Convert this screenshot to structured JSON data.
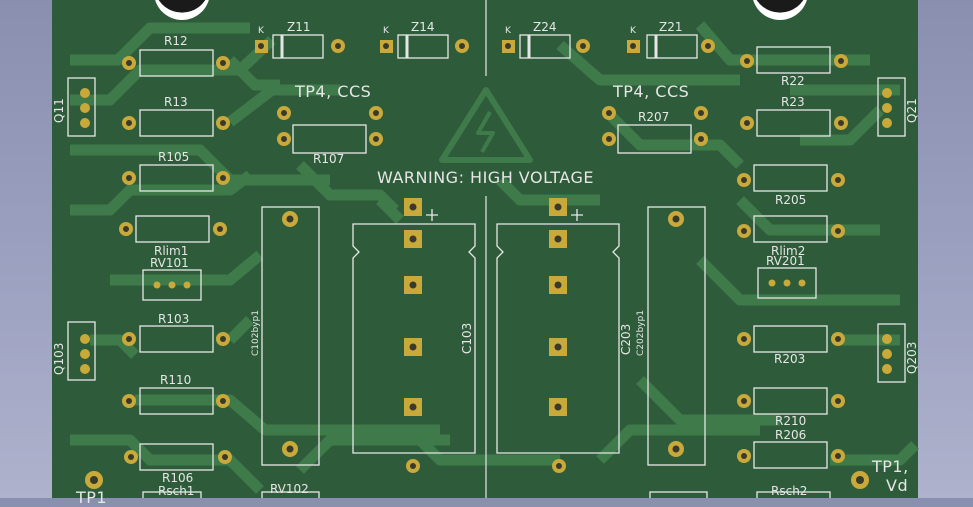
{
  "board": {
    "warning": "WARNING: HIGH VOLTAGE",
    "test_points": {
      "tp4_left": "TP4, CCS",
      "tp4_right": "TP4, CCS",
      "tp1": "TP1,",
      "tp1_sub": "Vd"
    },
    "diode_pin_label": "K",
    "refs": {
      "z11": "Z11",
      "z14": "Z14",
      "z24": "Z24",
      "z21": "Z21",
      "r12": "R12",
      "r13": "R13",
      "r105": "R105",
      "rlim1": "Rlim1",
      "rv101": "RV101",
      "r103": "R103",
      "r110": "R110",
      "r106": "R106",
      "rsch1": "Rsch1",
      "rv102": "RV102",
      "r107": "R107",
      "r207": "R207",
      "r22": "R22",
      "r23": "R23",
      "r205": "R205",
      "rlim2": "Rlim2",
      "rv201": "RV201",
      "r203": "R203",
      "r210": "R210",
      "r206": "R206",
      "rsch2": "Rsch2",
      "q11": "Q11",
      "q103": "Q103",
      "q21": "Q21",
      "q203": "Q203",
      "c103": "C103",
      "c203": "C203",
      "c102byp1": "C102byp1",
      "c202byp1": "C202byp1",
      "tp_partial": "TP1"
    }
  },
  "colors": {
    "background": "#9ea3c2",
    "board": "#2e5c3a",
    "copper": "#3f7a4b",
    "silkscreen": "#e6e6e6",
    "pad": "#c9a93a",
    "hole": "#3a3a2a"
  }
}
